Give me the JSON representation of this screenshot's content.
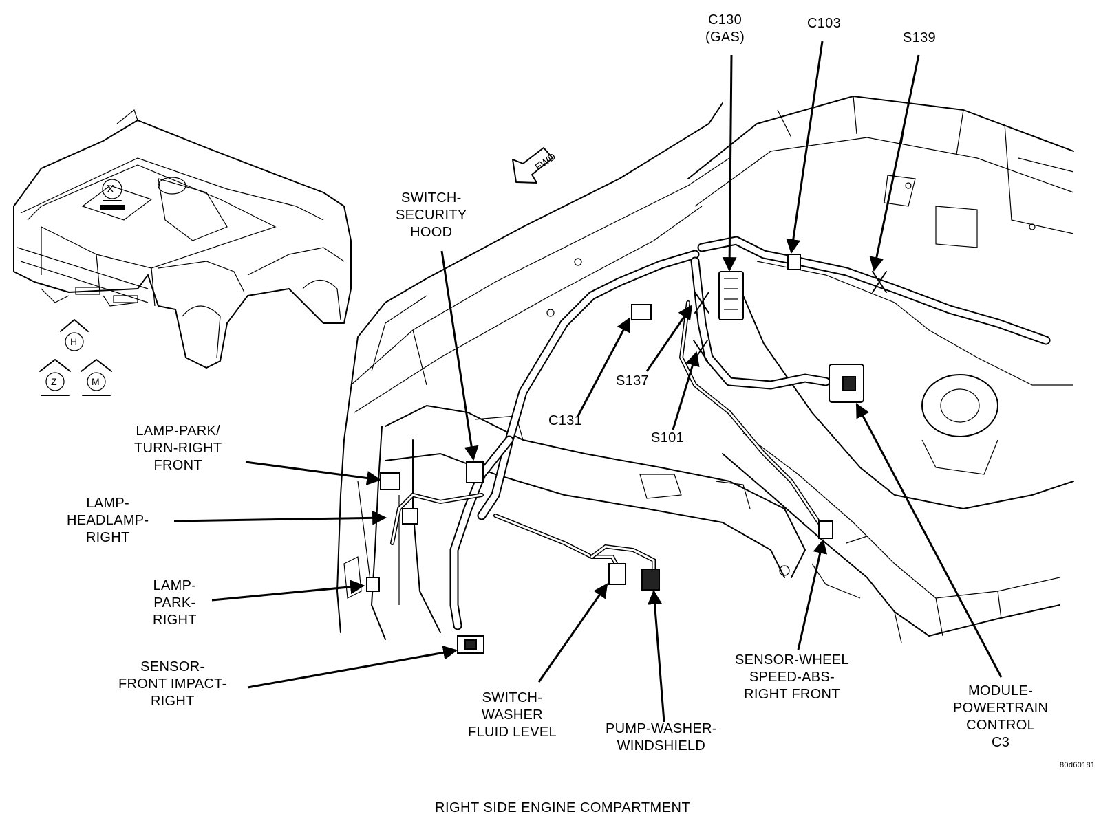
{
  "labels": {
    "c130": [
      "C130",
      "(GAS)"
    ],
    "c103": "C103",
    "s139": "S139",
    "fwd": "FWD",
    "switch_security_hood": [
      "SWITCH-",
      "SECURITY",
      "HOOD"
    ],
    "s137": "S137",
    "c131": "C131",
    "s101": "S101",
    "lamp_park_turn": [
      "LAMP-PARK/",
      "TURN-RIGHT",
      "FRONT"
    ],
    "lamp_headlamp": [
      "LAMP-",
      "HEADLAMP-",
      "RIGHT"
    ],
    "lamp_park": [
      "LAMP-",
      "PARK-",
      "RIGHT"
    ],
    "sensor_front_impact": [
      "SENSOR-",
      "FRONT IMPACT-",
      "RIGHT"
    ],
    "switch_washer": [
      "SWITCH-",
      "WASHER",
      "FLUID LEVEL"
    ],
    "pump_washer": [
      "PUMP-WASHER-",
      "WINDSHIELD"
    ],
    "sensor_wheel": [
      "SENSOR-WHEEL",
      "SPEED-ABS-",
      "RIGHT FRONT"
    ],
    "module_pcm": [
      "MODULE-",
      "POWERTRAIN",
      "CONTROL",
      "C3"
    ]
  },
  "view_markers": {
    "x": "X",
    "h": "H",
    "z": "Z",
    "m": "M"
  },
  "figure_id": "80d60181",
  "caption": "RIGHT SIDE ENGINE COMPARTMENT"
}
